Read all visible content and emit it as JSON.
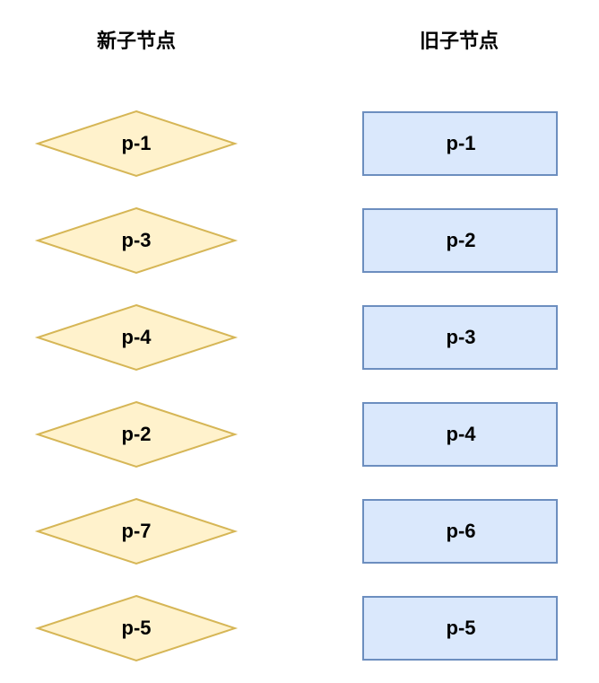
{
  "titles": {
    "new_children": "新子节点",
    "old_children": "旧子节点"
  },
  "new_children": [
    "p-1",
    "p-3",
    "p-4",
    "p-2",
    "p-7",
    "p-5"
  ],
  "old_children": [
    "p-1",
    "p-2",
    "p-3",
    "p-4",
    "p-6",
    "p-5"
  ],
  "colors": {
    "new_fill": "#fff2cc",
    "new_stroke": "#d6b656",
    "old_fill": "#dae8fc",
    "old_stroke": "#6c8ebf"
  }
}
